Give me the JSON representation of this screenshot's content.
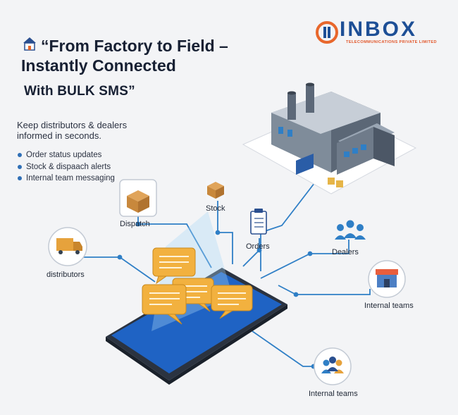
{
  "headline": {
    "line1": "“From Factory to Field –",
    "line2": "Instantly Connected",
    "line3": "With BULK SMS”"
  },
  "intro": {
    "line1": "Keep distributors & dealers",
    "line2": "informed in seconds."
  },
  "bullets": [
    "Order status updates",
    "Stock & dispaach alerts",
    "Internal team messaging"
  ],
  "nodes": {
    "dispatch": "Dispatch",
    "stock": "Stock",
    "orders": "Orders",
    "dealers": "Dealers",
    "distributors": "distributors",
    "internal_teams_1": "Internal teams",
    "internal_teams_2": "Internal teams"
  },
  "logo": {
    "wordmark": "INBOX",
    "tagline": "TELECOMMUNICATIONS PRIVATE LIMITED"
  },
  "colors": {
    "brand_blue": "#1d4f96",
    "brand_orange": "#e8672c",
    "line_blue": "#2f7fc6",
    "bubble_orange": "#f2b13f",
    "phone_screen": "#1f63c4"
  }
}
